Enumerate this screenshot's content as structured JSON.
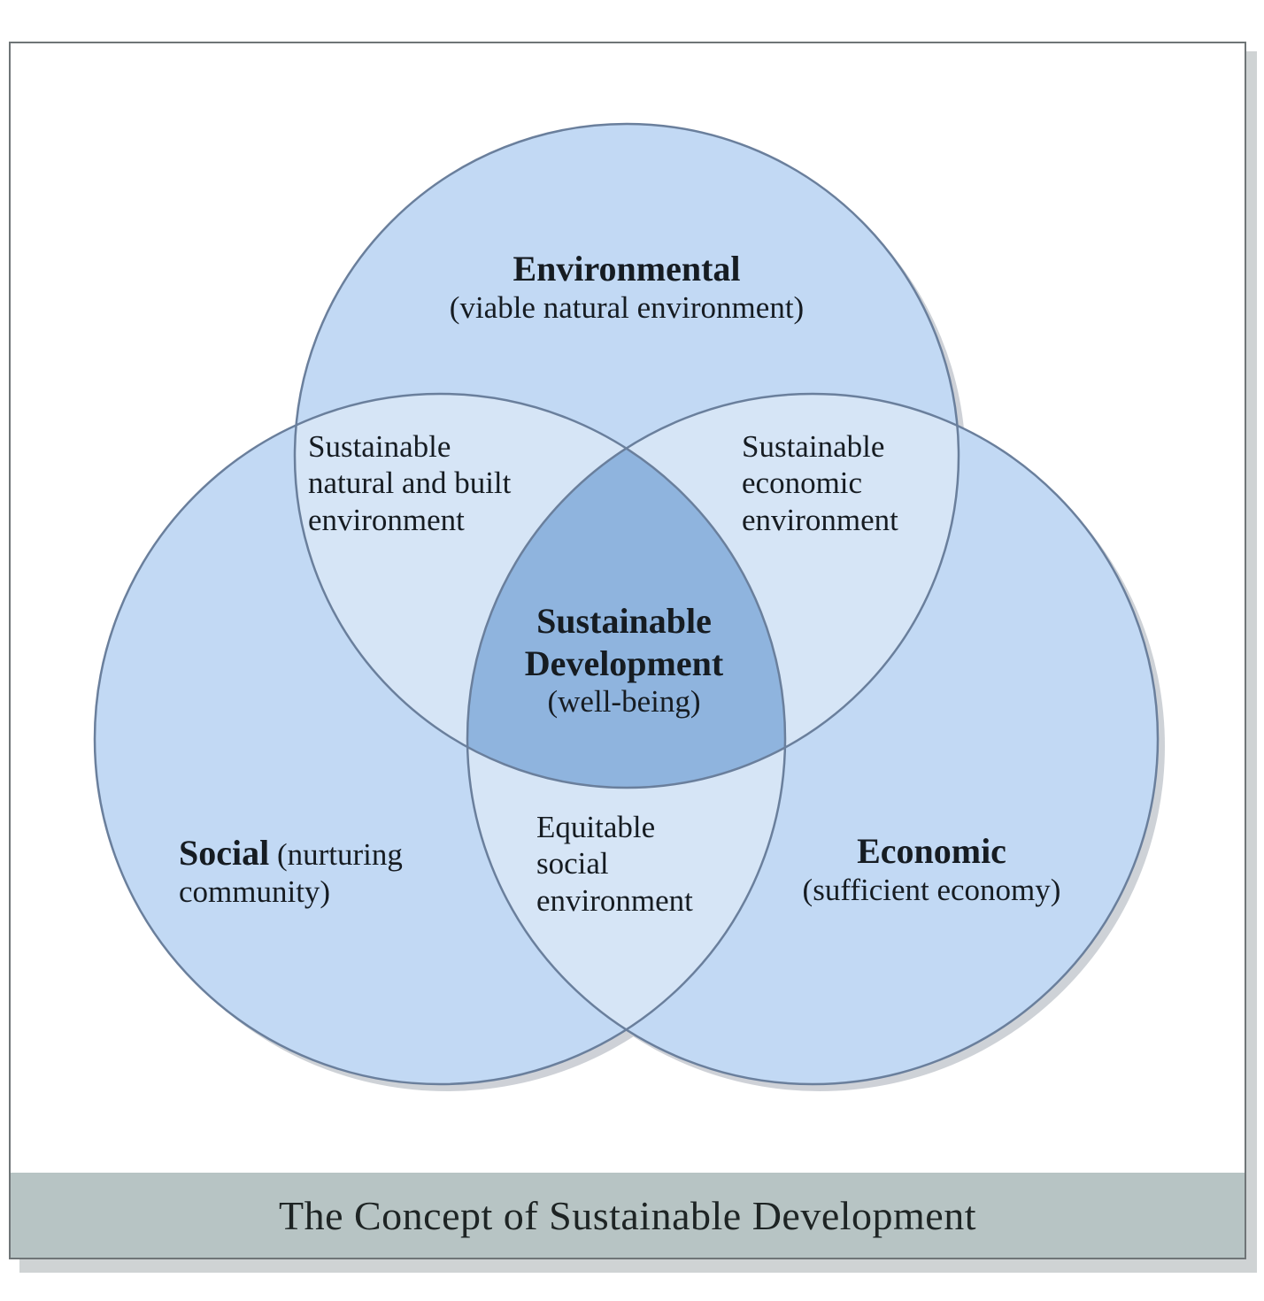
{
  "diagram": {
    "type": "venn",
    "caption": "The Concept of Sustainable Development",
    "colors": {
      "circle_fill": "#c2d9f4",
      "pair_overlap_fill": "#d6e5f6",
      "center_fill": "#8fb4de",
      "circle_stroke": "#6a7f9c",
      "caption_bar": "#b7c4c4",
      "frame_border": "#6f7577"
    },
    "sets": {
      "environmental": {
        "title": "Environmental",
        "subtitle": "(viable natural environment)"
      },
      "social": {
        "title": "Social",
        "subtitle_line1": " (nurturing",
        "subtitle_line2": "community)"
      },
      "economic": {
        "title": "Economic",
        "subtitle": "(sufficient economy)"
      }
    },
    "overlaps": {
      "environmental_social": {
        "line1": "Sustainable",
        "line2": "natural and built",
        "line3": "environment"
      },
      "environmental_economic": {
        "line1": "Sustainable",
        "line2": "economic",
        "line3": "environment"
      },
      "social_economic": {
        "line1": "Equitable",
        "line2": "social",
        "line3": "environment"
      },
      "center": {
        "line1": "Sustainable",
        "line2": "Development",
        "line3": "(well-being)"
      }
    }
  }
}
